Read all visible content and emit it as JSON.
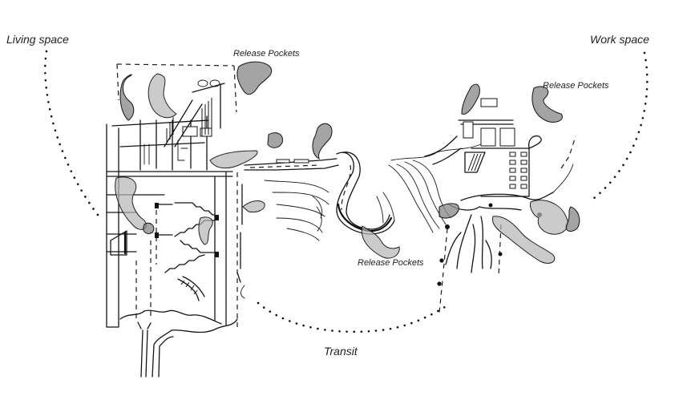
{
  "diagram": {
    "labels": {
      "living_space": "Living space",
      "work_space": "Work space",
      "transit": "Transit",
      "release_pockets_top": "Release Pockets",
      "release_pockets_right": "Release Pockets",
      "release_pockets_bottom": "Release Pockets"
    },
    "zones": [
      {
        "name": "Living space",
        "depiction": "hand-drawn building section with stairs, rooms and tree"
      },
      {
        "name": "Transit",
        "depiction": "winding road through contour lines"
      },
      {
        "name": "Work space",
        "depiction": "hand-drawn office building with branching paths"
      }
    ],
    "connectors": [
      {
        "from": "Living space",
        "to": "Transit",
        "style": "dotted arc"
      },
      {
        "from": "Work space",
        "to": "Transit",
        "style": "dotted arc"
      }
    ],
    "colors": {
      "ink": "#141414",
      "pocket_fill": "#8a8a8a",
      "background": "#ffffff"
    }
  }
}
